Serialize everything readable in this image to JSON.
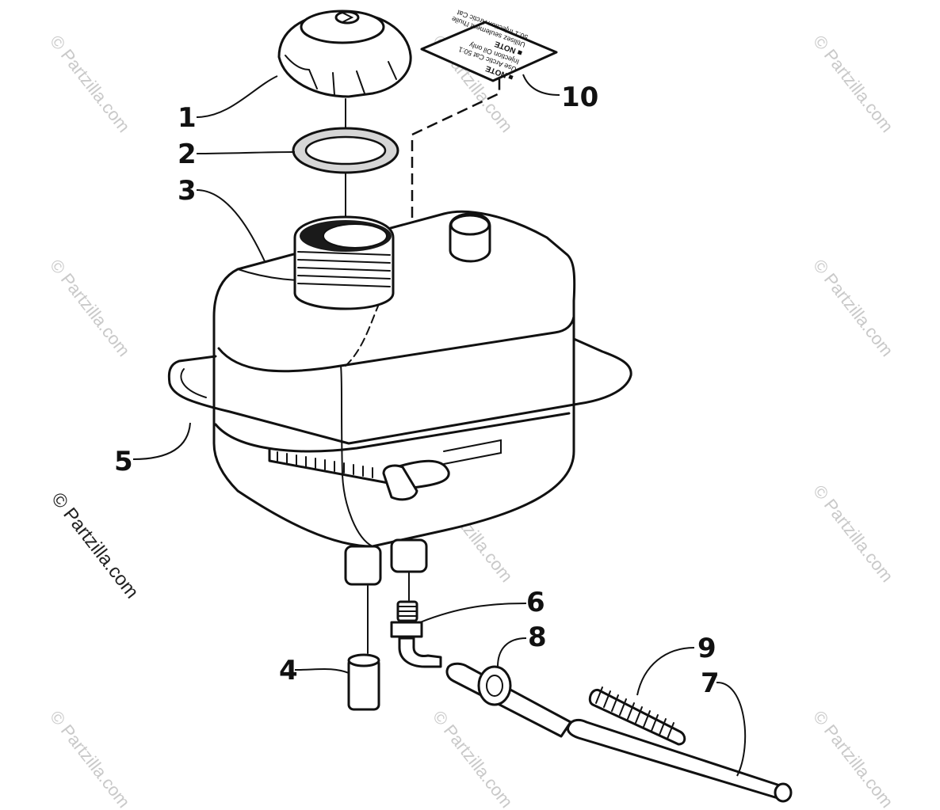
{
  "diagram": {
    "callouts": [
      {
        "id": "1",
        "label": "1"
      },
      {
        "id": "2",
        "label": "2"
      },
      {
        "id": "3",
        "label": "3"
      },
      {
        "id": "4",
        "label": "4"
      },
      {
        "id": "5",
        "label": "5"
      },
      {
        "id": "6",
        "label": "6"
      },
      {
        "id": "7",
        "label": "7"
      },
      {
        "id": "8",
        "label": "8"
      },
      {
        "id": "9",
        "label": "9"
      },
      {
        "id": "10",
        "label": "10"
      }
    ],
    "decal": {
      "note_heading_1": "■ NOTE",
      "note_line_1a": "Use Arctic Cat 50:1",
      "note_line_1b": "Injection Oil only",
      "note_heading_2": "■ NOTE",
      "note_line_2a": "Utilisez seulement l'huile",
      "note_line_2b": "50:1 Injection Arctic Cat"
    },
    "watermarks": {
      "faint": "© Partzilla.com",
      "dark": "© Partzilla.com"
    }
  }
}
